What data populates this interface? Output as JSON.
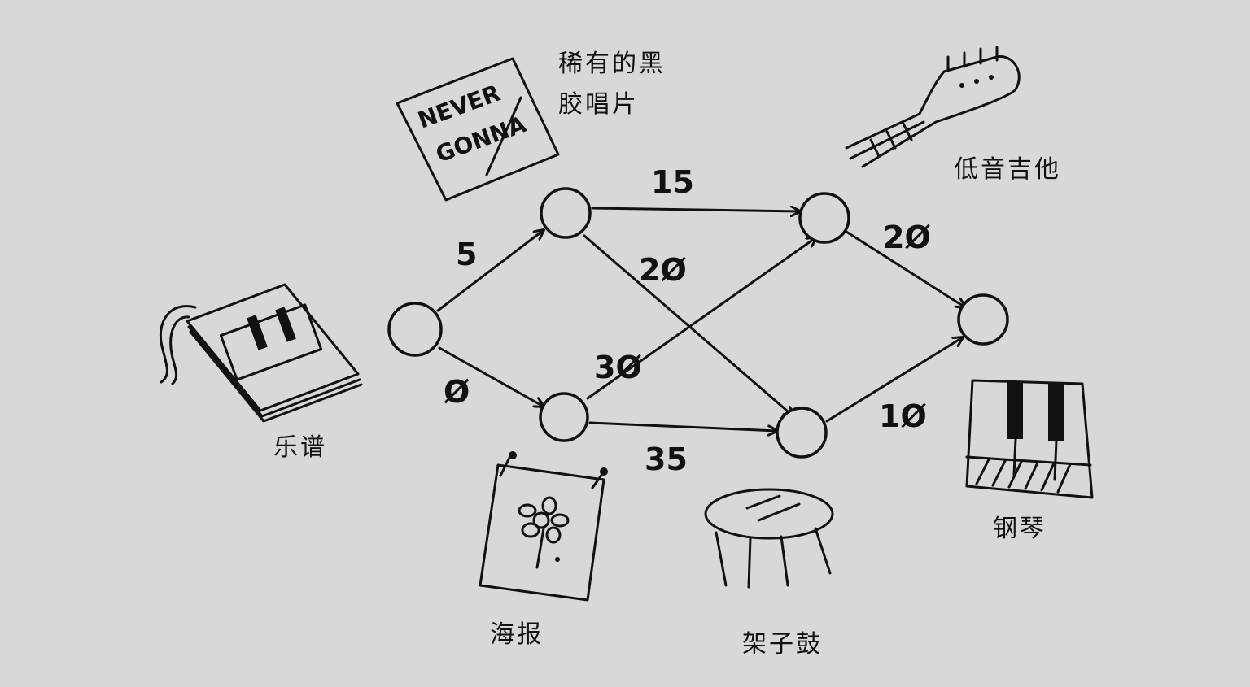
{
  "nodes": [
    {
      "id": "sheet_music",
      "label": "乐谱"
    },
    {
      "id": "rare_lp",
      "label": "稀有的黑胶唱片"
    },
    {
      "id": "poster",
      "label": "海报"
    },
    {
      "id": "bass_guitar",
      "label": "低音吉他"
    },
    {
      "id": "drum_set",
      "label": "架子鼓"
    },
    {
      "id": "piano",
      "label": "钢琴"
    }
  ],
  "labels": {
    "rare_lp_line1": "稀有的黑",
    "rare_lp_line2": "胶唱片",
    "sheet_music": "乐谱",
    "poster": "海报",
    "bass_guitar": "低音吉他",
    "drum_set": "架子鼓",
    "piano": "钢琴"
  },
  "record_cover_text": {
    "line1": "NEVER",
    "line2": "GONNA"
  },
  "edges": [
    {
      "id": "e_sheet_lp",
      "from": "sheet_music",
      "to": "rare_lp",
      "weight": "5"
    },
    {
      "id": "e_sheet_poster",
      "from": "sheet_music",
      "to": "poster",
      "weight": "0"
    },
    {
      "id": "e_lp_bass",
      "from": "rare_lp",
      "to": "bass_guitar",
      "weight": "15"
    },
    {
      "id": "e_lp_drum",
      "from": "rare_lp",
      "to": "drum_set",
      "weight": "20"
    },
    {
      "id": "e_poster_bass",
      "from": "poster",
      "to": "bass_guitar",
      "weight": "30"
    },
    {
      "id": "e_poster_drum",
      "from": "poster",
      "to": "drum_set",
      "weight": "35"
    },
    {
      "id": "e_bass_piano",
      "from": "bass_guitar",
      "to": "piano",
      "weight": "20"
    },
    {
      "id": "e_drum_piano",
      "from": "drum_set",
      "to": "piano",
      "weight": "10"
    }
  ],
  "weight_display": {
    "e_sheet_lp": "5",
    "e_sheet_poster": "Ø",
    "e_lp_bass": "15",
    "e_lp_drum": "2Ø",
    "e_poster_bass": "3Ø",
    "e_poster_drum": "35",
    "e_bass_piano": "2Ø",
    "e_drum_piano": "1Ø"
  },
  "colors": {
    "background": "#d8d8d8",
    "ink": "#111111"
  }
}
